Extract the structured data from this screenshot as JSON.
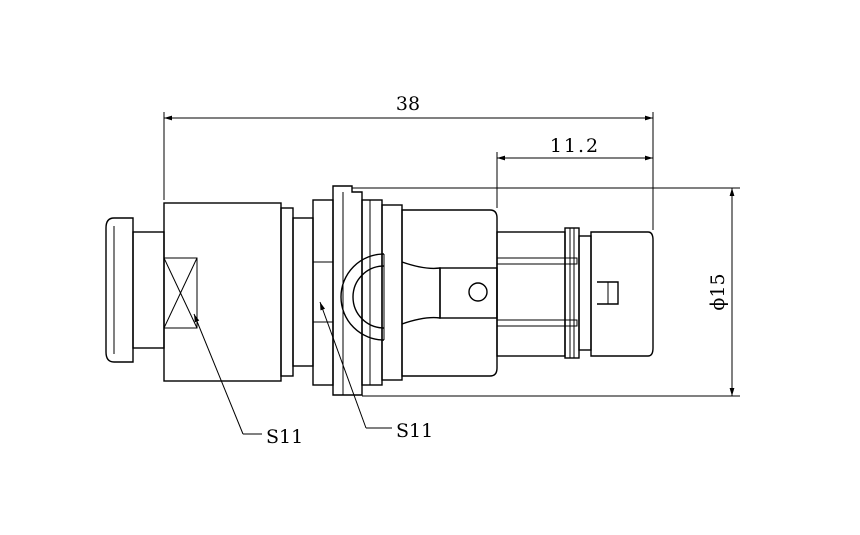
{
  "dimensions": {
    "overall_length": "38",
    "tail_length": "11.2",
    "diameter": "ϕ15"
  },
  "callouts": {
    "wrench_flat_1": "S11",
    "wrench_flat_2": "S11"
  },
  "colors": {
    "line": "#000000",
    "background": "#ffffff"
  }
}
